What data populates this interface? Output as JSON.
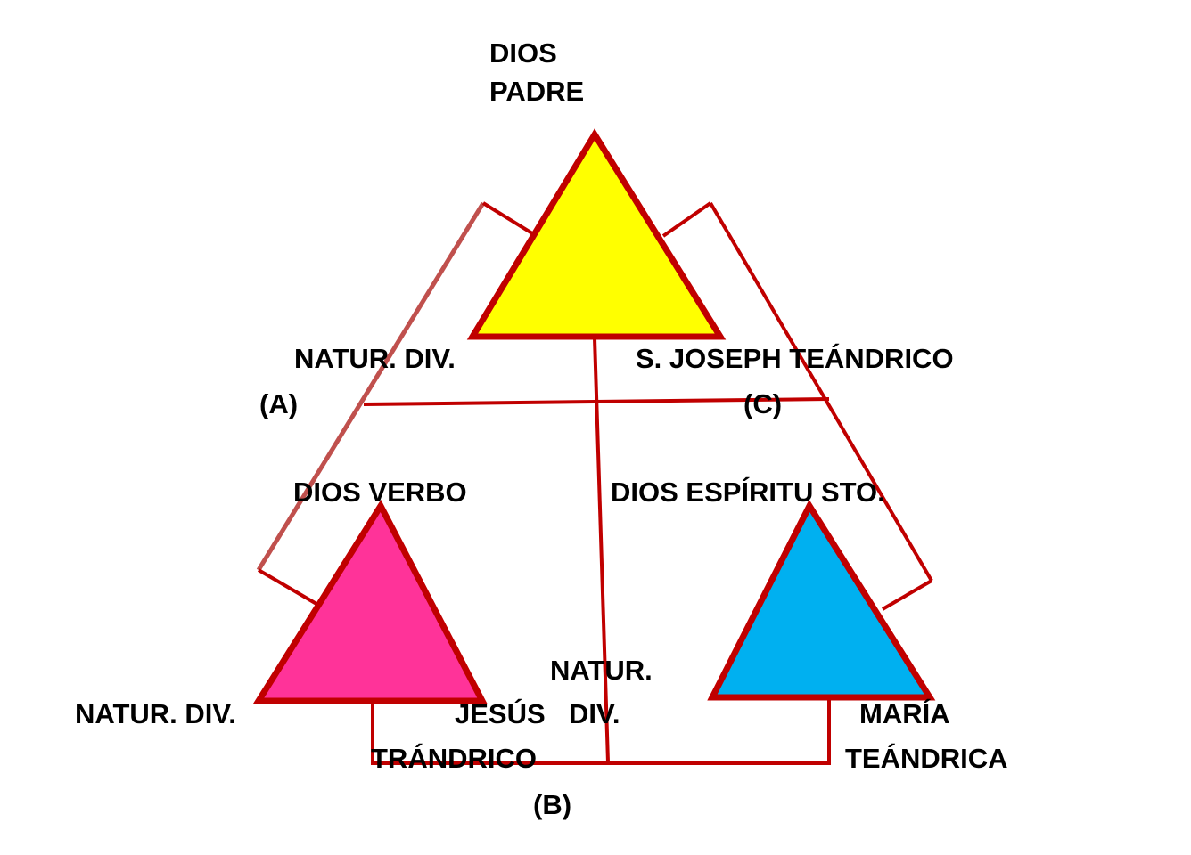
{
  "colors": {
    "line": "#c00000",
    "line_light": "#c0504d",
    "padre_fill": "#ffff00",
    "verbo_fill": "#ff3399",
    "espiritu_fill": "#00b0f0",
    "text": "#000000"
  },
  "labels": {
    "dios": "DIOS",
    "padre": "PADRE",
    "natur_div_top": "NATUR. DIV.",
    "joseph": "S. JOSEPH TEÁNDRICO",
    "a": "(A)",
    "c": "(C)",
    "dios_verbo": "DIOS VERBO",
    "dios_espiritu": "DIOS ESPÍRITU STO.",
    "natur_center": "NATUR.",
    "div_center": "DIV.",
    "natur_div_left": "NATUR. DIV.",
    "jesus": "JESÚS",
    "trandrico": "TRÁNDRICO",
    "maria": "MARÍA",
    "teandrica": "TEÁNDRICA",
    "b": "(B)"
  }
}
